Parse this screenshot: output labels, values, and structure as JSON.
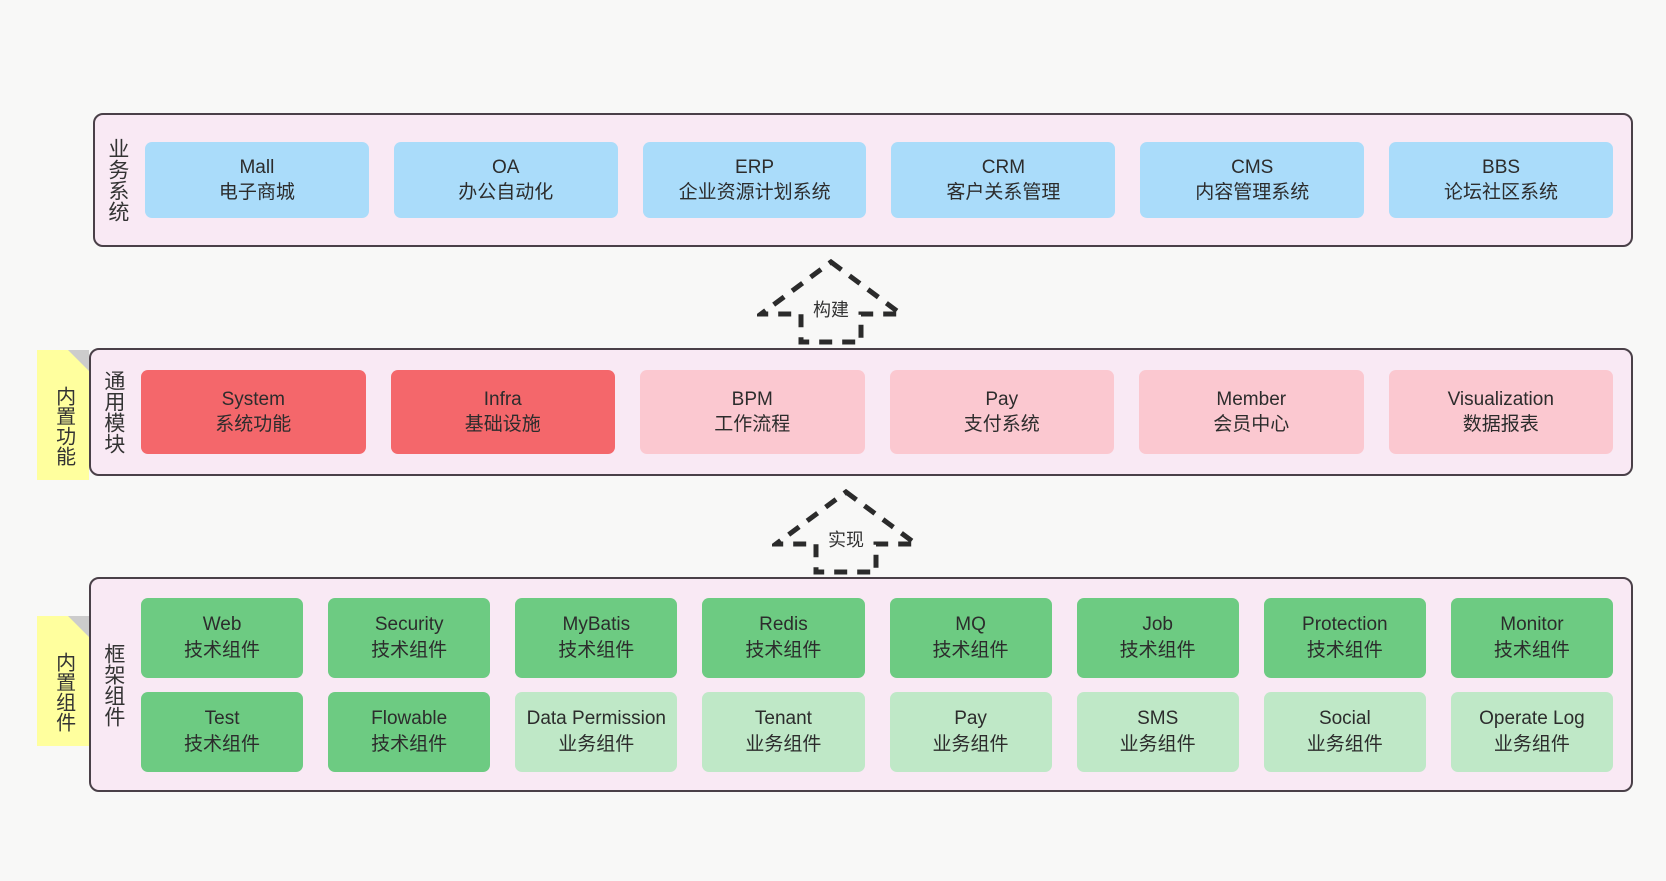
{
  "diagram": {
    "background_color": "#f8f8f7",
    "panel_color": "#f9e9f4",
    "panel_border_color": "#4a4048",
    "sticky_color": "#ffff9e"
  },
  "layers": [
    {
      "id": "business-systems",
      "title": "业务系统",
      "rows": [
        {
          "cards": [
            {
              "title": "Mall",
              "sub": "电子商城",
              "style": "blue"
            },
            {
              "title": "OA",
              "sub": "办公自动化",
              "style": "blue"
            },
            {
              "title": "ERP",
              "sub": "企业资源计划系统",
              "style": "blue"
            },
            {
              "title": "CRM",
              "sub": "客户关系管理",
              "style": "blue"
            },
            {
              "title": "CMS",
              "sub": "内容管理系统",
              "style": "blue"
            },
            {
              "title": "BBS",
              "sub": "论坛社区系统",
              "style": "blue"
            }
          ]
        }
      ]
    },
    {
      "id": "common-modules",
      "title": "通用模块",
      "sticky": "内置功能",
      "rows": [
        {
          "cards": [
            {
              "title": "System",
              "sub": "系统功能",
              "style": "red"
            },
            {
              "title": "Infra",
              "sub": "基础设施",
              "style": "red"
            },
            {
              "title": "BPM",
              "sub": "工作流程",
              "style": "pink"
            },
            {
              "title": "Pay",
              "sub": "支付系统",
              "style": "pink"
            },
            {
              "title": "Member",
              "sub": "会员中心",
              "style": "pink"
            },
            {
              "title": "Visualization",
              "sub": "数据报表",
              "style": "pink"
            }
          ]
        }
      ]
    },
    {
      "id": "framework-components",
      "title": "框架组件",
      "sticky": "内置组件",
      "rows": [
        {
          "cards": [
            {
              "title": "Web",
              "sub": "技术组件",
              "style": "green"
            },
            {
              "title": "Security",
              "sub": "技术组件",
              "style": "green"
            },
            {
              "title": "MyBatis",
              "sub": "技术组件",
              "style": "green"
            },
            {
              "title": "Redis",
              "sub": "技术组件",
              "style": "green"
            },
            {
              "title": "MQ",
              "sub": "技术组件",
              "style": "green"
            },
            {
              "title": "Job",
              "sub": "技术组件",
              "style": "green"
            },
            {
              "title": "Protection",
              "sub": "技术组件",
              "style": "green"
            },
            {
              "title": "Monitor",
              "sub": "技术组件",
              "style": "green"
            }
          ]
        },
        {
          "cards": [
            {
              "title": "Test",
              "sub": "技术组件",
              "style": "green"
            },
            {
              "title": "Flowable",
              "sub": "技术组件",
              "style": "green"
            },
            {
              "title": "Data Permission",
              "sub": "业务组件",
              "style": "lightgreen",
              "wrap": true
            },
            {
              "title": "Tenant",
              "sub": "业务组件",
              "style": "lightgreen"
            },
            {
              "title": "Pay",
              "sub": "业务组件",
              "style": "lightgreen"
            },
            {
              "title": "SMS",
              "sub": "业务组件",
              "style": "lightgreen"
            },
            {
              "title": "Social",
              "sub": "业务组件",
              "style": "lightgreen"
            },
            {
              "title": "Operate Log",
              "sub": "业务组件",
              "style": "lightgreen"
            }
          ]
        }
      ]
    }
  ],
  "arrows": [
    {
      "id": "build-arrow",
      "label": "构建"
    },
    {
      "id": "implement-arrow",
      "label": "实现"
    }
  ]
}
